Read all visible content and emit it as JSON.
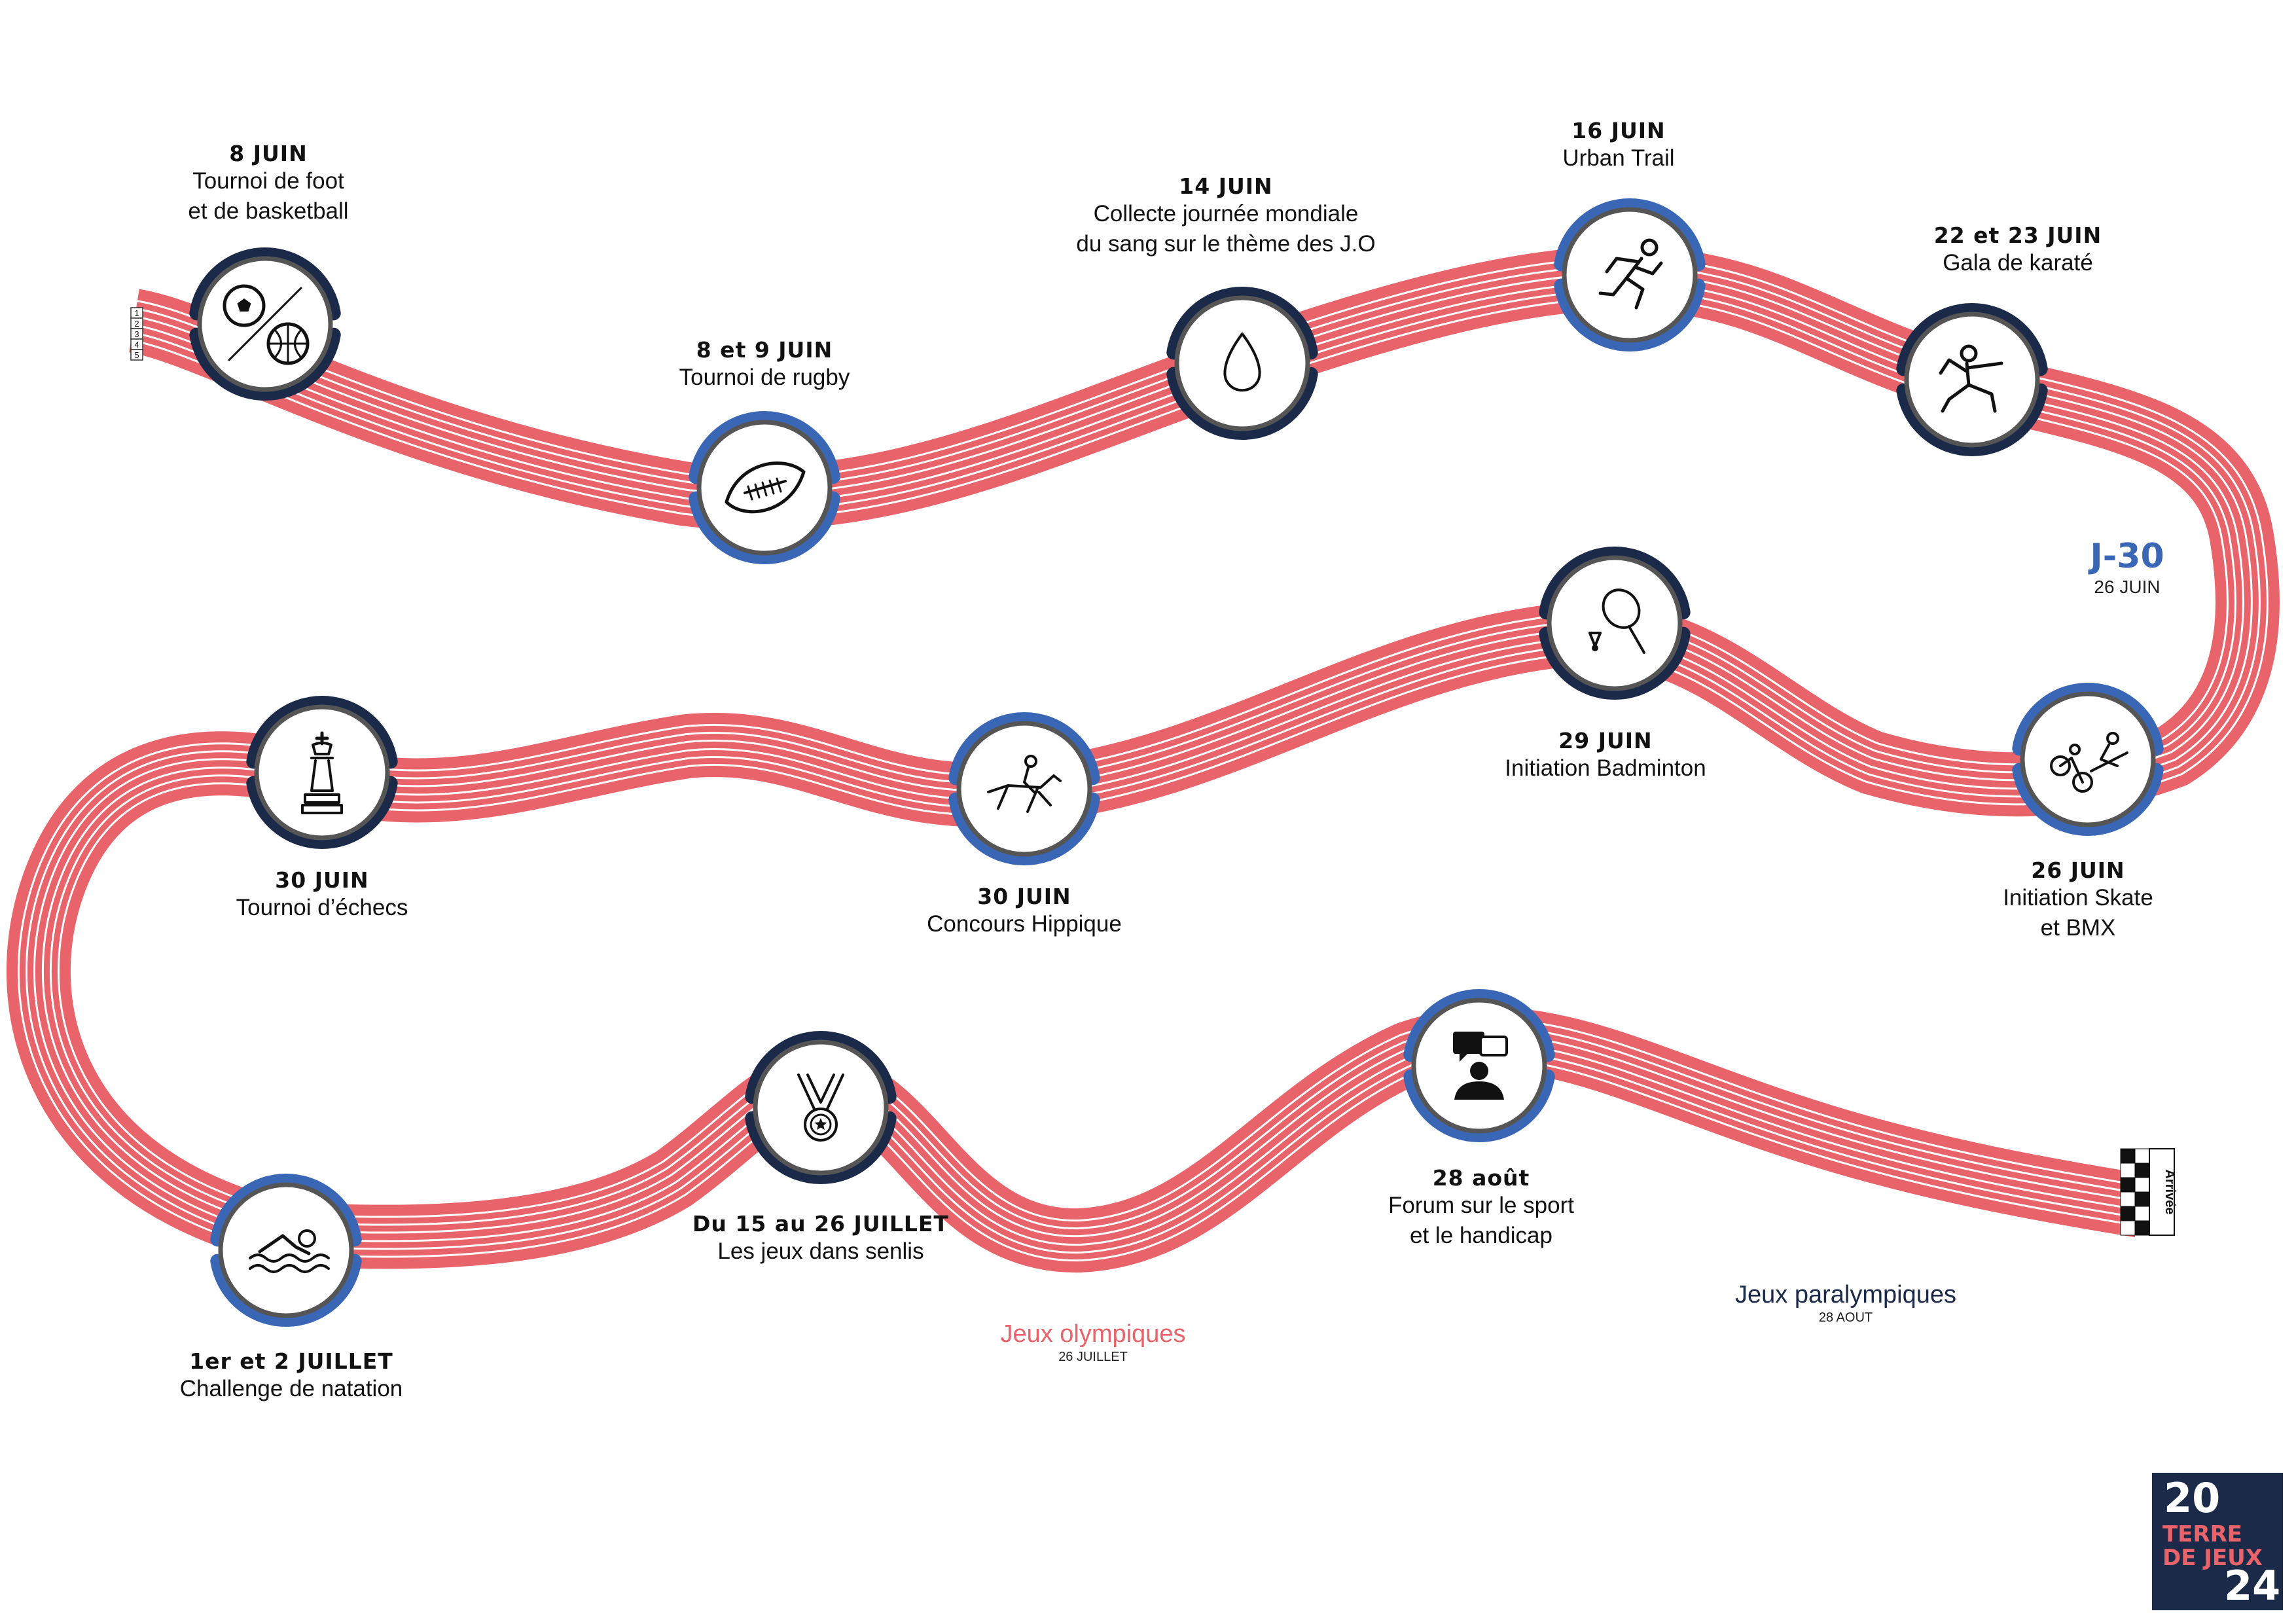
{
  "colors": {
    "track": "#e8636a",
    "lane_line": "#ffffff",
    "navy": "#1c2a4a",
    "blue": "#3a67b5",
    "ring_border": "#555555",
    "olympic_red": "#e8636a",
    "logo_bg": "#1c2a4a"
  },
  "events": [
    {
      "id": "foot-basket",
      "date": "8 JUIN",
      "title": "Tournoi de foot\net de basketball",
      "icon": "football-basketball-icon",
      "arc": "navy-top"
    },
    {
      "id": "rugby",
      "date": "8 et 9 JUIN",
      "title": "Tournoi de rugby",
      "icon": "rugby-ball-icon",
      "arc": "blue"
    },
    {
      "id": "sang",
      "date": "14 JUIN",
      "title": "Collecte journée mondiale\ndu sang sur le thème des J.O",
      "icon": "blood-drop-icon",
      "arc": "navy"
    },
    {
      "id": "trail",
      "date": "16 JUIN",
      "title": "Urban Trail",
      "icon": "runner-icon",
      "arc": "blue"
    },
    {
      "id": "karate",
      "date": "22 et 23 JUIN",
      "title": "Gala de karaté",
      "icon": "karate-icon",
      "arc": "navy"
    },
    {
      "id": "skate",
      "date": "26 JUIN",
      "title": "Initiation Skate\net BMX",
      "icon": "bmx-skate-icon",
      "arc": "blue"
    },
    {
      "id": "badminton",
      "date": "29 JUIN",
      "title": "Initiation Badminton",
      "icon": "badminton-icon",
      "arc": "navy"
    },
    {
      "id": "hippique",
      "date": "30 JUIN",
      "title": "Concours Hippique",
      "icon": "horse-rider-icon",
      "arc": "blue"
    },
    {
      "id": "echecs",
      "date": "30 JUIN",
      "title": "Tournoi d’échecs",
      "icon": "chess-king-icon",
      "arc": "navy"
    },
    {
      "id": "natation",
      "date": "1er et 2 JUILLET",
      "title": "Challenge de natation",
      "icon": "swimmer-icon",
      "arc": "blue"
    },
    {
      "id": "jeux",
      "date": "Du 15 au 26 JUILLET",
      "title": "Les jeux dans senlis",
      "icon": "medal-icon",
      "arc": "navy"
    },
    {
      "id": "forum",
      "date": "28 août",
      "title": "Forum sur le sport\net le handicap",
      "icon": "speaker-forum-icon",
      "arc": "blue"
    }
  ],
  "milestones": {
    "j30": {
      "label": "J-30",
      "date": "26 JUIN"
    },
    "olympic": {
      "label": "Jeux olympiques",
      "date": "26 JUILLET"
    },
    "paralympic": {
      "label": "Jeux paralympiques",
      "date": "28 AOUT"
    }
  },
  "start_lanes": [
    "1",
    "2",
    "3",
    "4",
    "5"
  ],
  "finish_label": "Arrivée",
  "logo": {
    "line1": "20",
    "line2": "TERRE",
    "line3": "DE JEUX",
    "line4": "24"
  }
}
